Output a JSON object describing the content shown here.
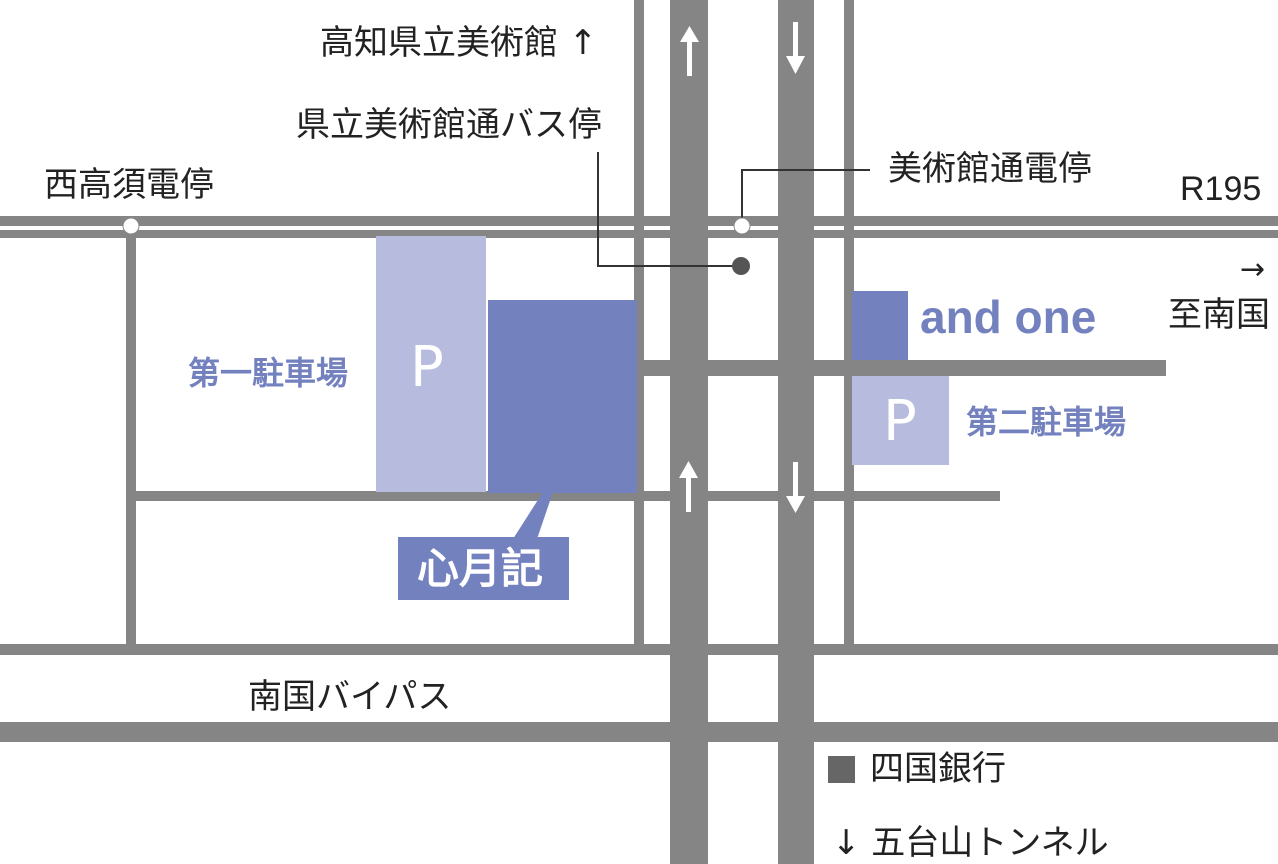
{
  "colors": {
    "road": "#858585",
    "parking_light": "#b7bcde",
    "building": "#7481bf",
    "accent_text": "#7481bf",
    "text": "#222222"
  },
  "labels": {
    "museum": "高知県立美術館 ↑",
    "bus_stop": "県立美術館通バス停",
    "tram_stop_west": "西高須電停",
    "tram_stop_museum": "美術館通電停",
    "route": "R195",
    "to_arrow": "→",
    "to_nankoku": "至南国",
    "bypass": "南国バイパス",
    "bank": "四国銀行",
    "tunnel": "↓ 五台山トンネル"
  },
  "places": {
    "parking1": {
      "name": "第一駐車場",
      "letter": "P"
    },
    "parking2": {
      "name": "第二駐車場",
      "letter": "P"
    },
    "shop_main": {
      "name": "心月記"
    },
    "shop_other": {
      "name": "and one"
    }
  },
  "icons": {
    "arrow_up": "↑",
    "arrow_down": "↓",
    "bank_marker": "square-icon"
  }
}
